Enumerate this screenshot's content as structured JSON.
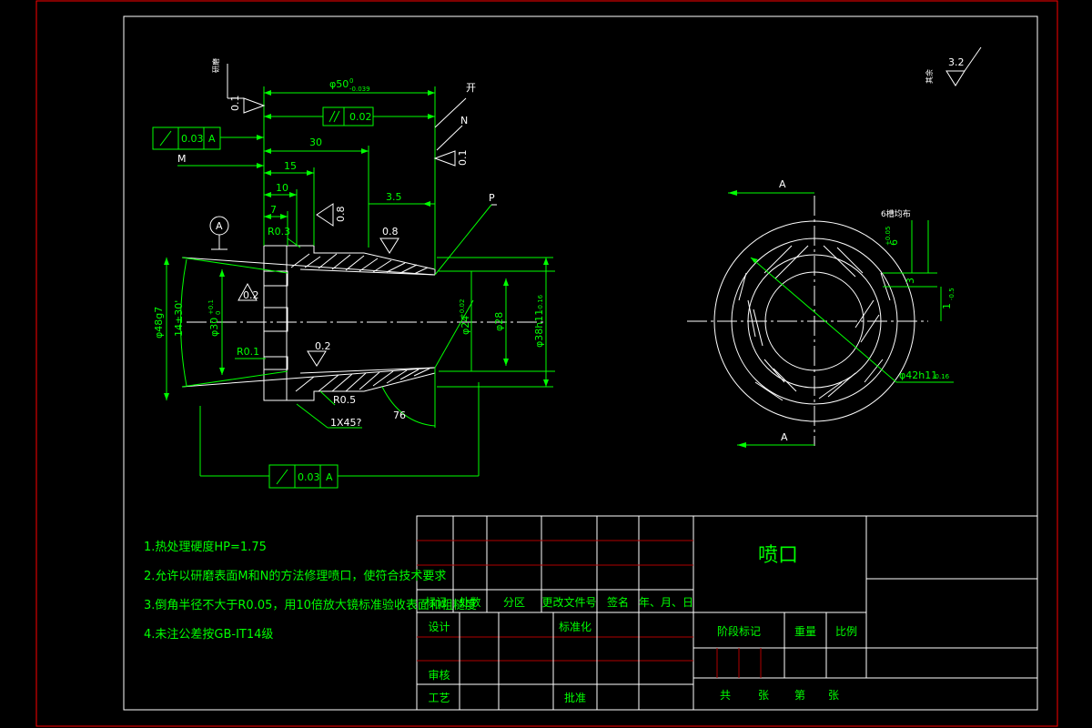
{
  "notes": [
    "1.热处理硬度HP=1.75",
    "2.允许以研磨表面M和N的方法修理喷口，使符合技术要求",
    "3.倒角半径不大于R0.05，用10倍放大镜标准验收表面和粗糙度",
    "4.未注公差按GB-IT14级"
  ],
  "title_block": {
    "part_name": "喷口",
    "col_labels": [
      "标记",
      "处数",
      "分区",
      "更改文件号",
      "签名",
      "年、月、日"
    ],
    "design": "设计",
    "standardize": "标准化",
    "review": "审核",
    "process": "工艺",
    "approve": "批准",
    "stage_mark": "阶段标记",
    "weight": "重量",
    "scale": "比例",
    "sheets_total": "共",
    "sheets_unit": "张",
    "sheet_no": "第",
    "sheet_unit2": "张"
  },
  "dims": {
    "d50": "φ50",
    "d50_tol": "-0.039",
    "d50_tol_up": "0",
    "parallel_tol": "0.02",
    "runout_tol": "0.03",
    "datum": "A",
    "len30": "30",
    "len15": "15",
    "len10": "10",
    "len7": "7",
    "len35": "3.5",
    "len76": "76",
    "r03": "R0.3",
    "r01": "R0.1",
    "r05": "R0.5",
    "chamfer": "1X45?",
    "angle": "14±30'",
    "d48": "φ48g7",
    "d30": "φ30",
    "d30_tol": "+0.1",
    "d30_tol_lo": "0",
    "d28": "φ28",
    "d24": "φ24",
    "d24_tol": "+0.02",
    "d38": "φ38h11",
    "d38_tol": "-0.16",
    "d42": "φ42h11",
    "d42_tol": "-0.16",
    "rough_01a": "0.1",
    "rough_01b": "0.1",
    "rough_08a": "0.8",
    "rough_08b": "0.8",
    "rough_02a": "0.2",
    "rough_02b": "0.2",
    "rough_32": "3.2",
    "rest": "其余",
    "grind": "研磨",
    "label_m": "M",
    "label_n": "N",
    "label_p": "P",
    "label_kai": "开",
    "section_a": "A",
    "slots": "6槽均布",
    "s3": "3",
    "s15": "1",
    "s15_tol": "-0.5",
    "s6": "6",
    "s6_tol": "+0.05"
  }
}
